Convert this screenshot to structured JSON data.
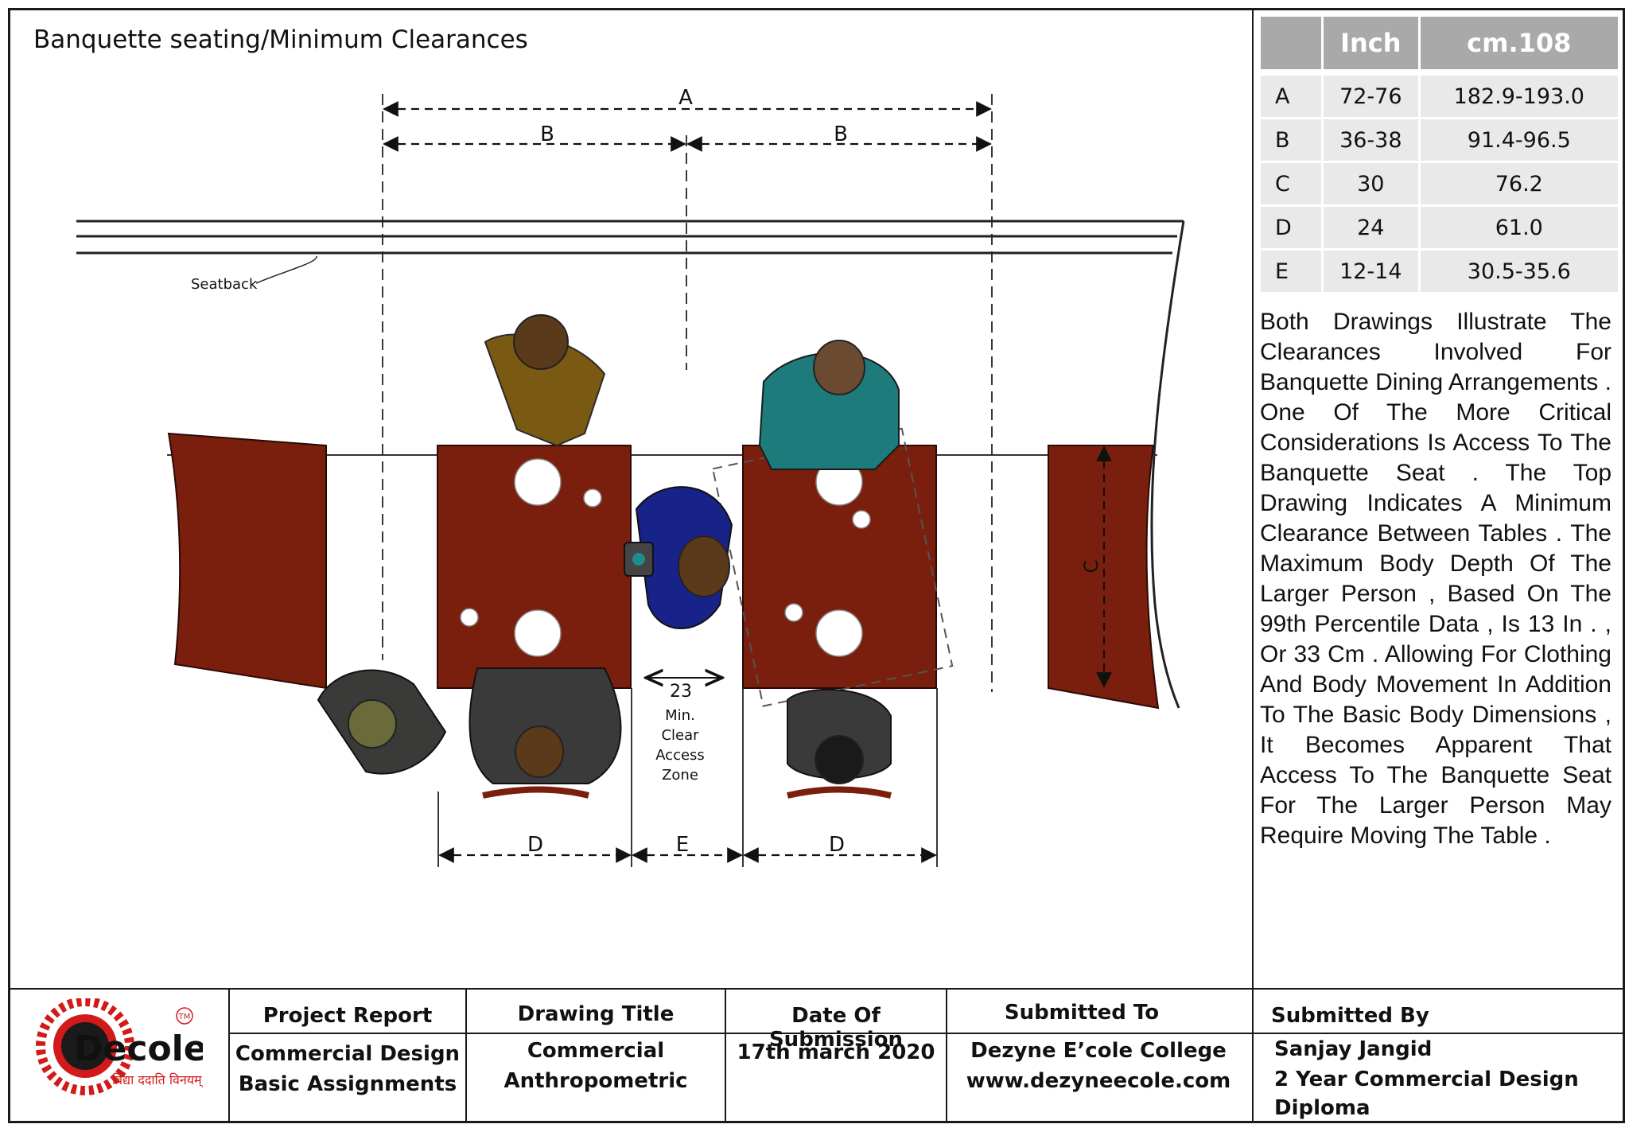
{
  "title": "Banquette seating/Minimum Clearances",
  "table": {
    "headers": [
      "",
      "Inch",
      "cm.108"
    ],
    "rows": [
      [
        "A",
        "72-76",
        "182.9-193.0"
      ],
      [
        "B",
        "36-38",
        "91.4-96.5"
      ],
      [
        "C",
        "30",
        "76.2"
      ],
      [
        "D",
        "24",
        "61.0"
      ],
      [
        "E",
        "12-14",
        "30.5-35.6"
      ]
    ]
  },
  "description": "Both Drawings Illustrate The Clearances Involved For Banquette Dining Arrangements . One Of The More Critical Considerations Is Access To The Banquette Seat . The Top Drawing Indicates A Minimum Clearance Between Tables . The Maximum Body Depth Of The Larger Person , Based On The 99th Percentile Data , Is 13 In . , Or 33 Cm . Allowing For Clothing And Body Movement In Addition To The Basic Body Dimensions , It Becomes Apparent That Access To The Banquette Seat For The Larger Person May Require Moving The Table .",
  "diagram": {
    "labels": {
      "A": "A",
      "B1": "B",
      "B2": "B",
      "C": "C",
      "D1": "D",
      "E": "E",
      "D2": "D",
      "seatback": "Seatback",
      "clear_value": "23",
      "clear_1": "Min.",
      "clear_2": "Clear",
      "clear_3": "Access",
      "clear_4": "Zone"
    },
    "colors": {
      "table": "#7a1f0e",
      "table_edge": "#2a0a05",
      "plate": "#ffffff"
    }
  },
  "footer": {
    "logo": {
      "brand": "Decole",
      "tagline": "विद्या ददाति विनयम्",
      "tm": "TM"
    },
    "project_report": {
      "label": "Project Report",
      "line1": "Commercial Design",
      "line2": "Basic Assignments"
    },
    "drawing_title": {
      "label": "Drawing Title",
      "line1": "Commercial",
      "line2": "Anthropometric"
    },
    "date": {
      "label": "Date Of Submission",
      "value": "17th march 2020"
    },
    "submitted_to": {
      "label": "Submitted To",
      "line1": "Dezyne E’cole College",
      "line2": "www.dezyneecole.com"
    },
    "submitted_by": {
      "label": "Submitted By",
      "line1": "Sanjay Jangid",
      "line2": "2 Year Commercial Design",
      "line3": "Diploma"
    }
  }
}
